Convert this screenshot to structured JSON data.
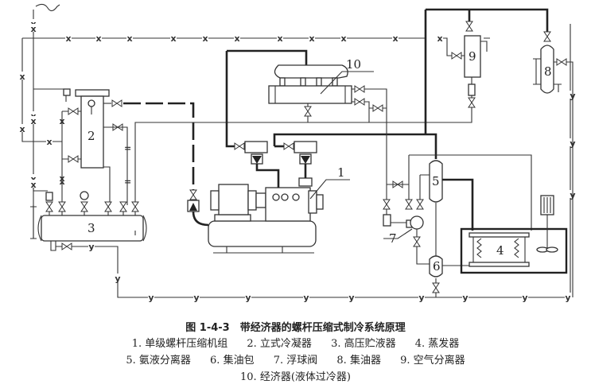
{
  "figure": {
    "title": "图 1-4-3　带经济器的螺杆压缩式制冷系统原理",
    "legend": [
      {
        "num": "1",
        "text": "1. 单级螺杆压缩机组"
      },
      {
        "num": "2",
        "text": "2. 立式冷凝器"
      },
      {
        "num": "3",
        "text": "3. 高压贮液器"
      },
      {
        "num": "4",
        "text": "4. 蒸发器"
      },
      {
        "num": "5",
        "text": "5. 氨液分离器"
      },
      {
        "num": "6",
        "text": "6. 集油包"
      },
      {
        "num": "7",
        "text": "7. 浮球阀"
      },
      {
        "num": "8",
        "text": "8. 集油器"
      },
      {
        "num": "9",
        "text": "9. 空气分离器"
      },
      {
        "num": "10",
        "text": "10. 经济器(液体过冷器)"
      }
    ]
  },
  "components": {
    "c1": "1",
    "c2": "2",
    "c3": "3",
    "c4": "4",
    "c5": "5",
    "c6": "6",
    "c7": "7",
    "c8": "8",
    "c9": "9",
    "c10": "10"
  },
  "line_markers": {
    "air_line": "x",
    "oil_line": "y"
  },
  "colors": {
    "ink": "#222222",
    "paper": "#ffffff"
  }
}
